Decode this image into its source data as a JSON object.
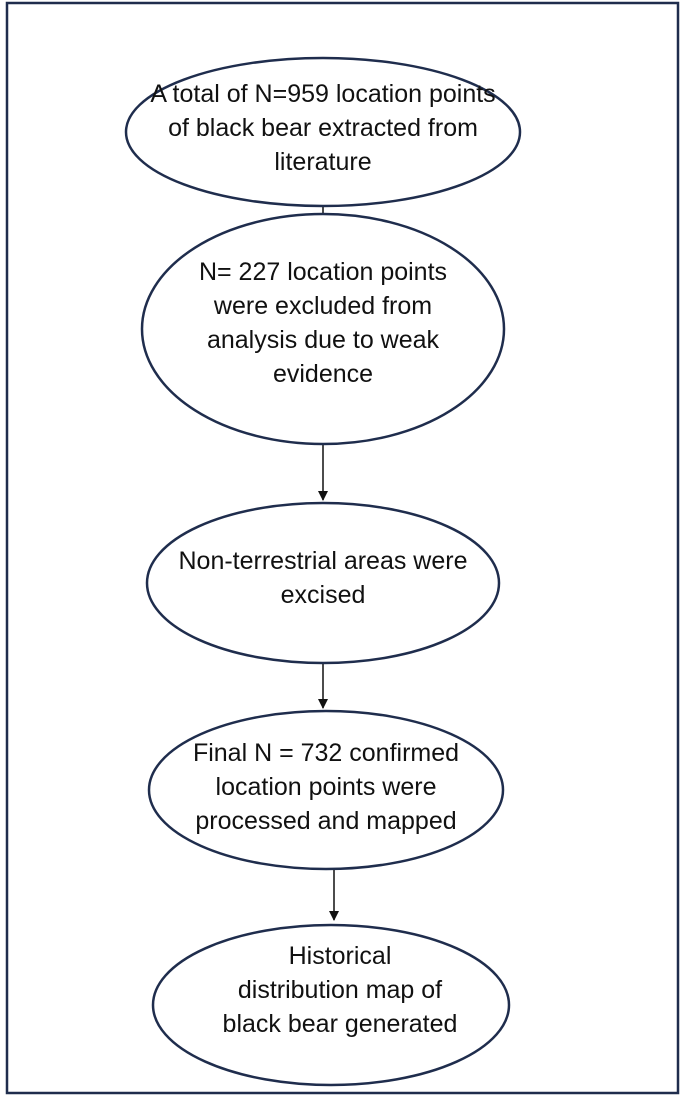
{
  "diagram": {
    "type": "flowchart",
    "colors": {
      "stroke": "#1f2d4d",
      "frame": "#1f2d4d",
      "arrow": "#111111",
      "text": "#111111",
      "background": "#ffffff"
    },
    "nodes": [
      {
        "id": "n1",
        "shape": "ellipse",
        "lines": [
          "A total of N=959 location points",
          "of black bear extracted from",
          "literature"
        ]
      },
      {
        "id": "n2",
        "shape": "ellipse",
        "lines": [
          "N= 227 location points",
          "were excluded from",
          "analysis due to weak",
          "evidence"
        ]
      },
      {
        "id": "n3",
        "shape": "ellipse",
        "lines": [
          "Non-terrestrial areas were",
          "excised"
        ]
      },
      {
        "id": "n4",
        "shape": "ellipse",
        "lines": [
          "Final N = 732 confirmed",
          "location points were",
          "processed and mapped"
        ]
      },
      {
        "id": "n5",
        "shape": "ellipse",
        "lines": [
          "Historical",
          "distribution map of",
          "black bear generated"
        ]
      }
    ],
    "edges": [
      {
        "from": "n1",
        "to": "n2"
      },
      {
        "from": "n2",
        "to": "n3"
      },
      {
        "from": "n3",
        "to": "n4"
      },
      {
        "from": "n4",
        "to": "n5"
      }
    ]
  }
}
